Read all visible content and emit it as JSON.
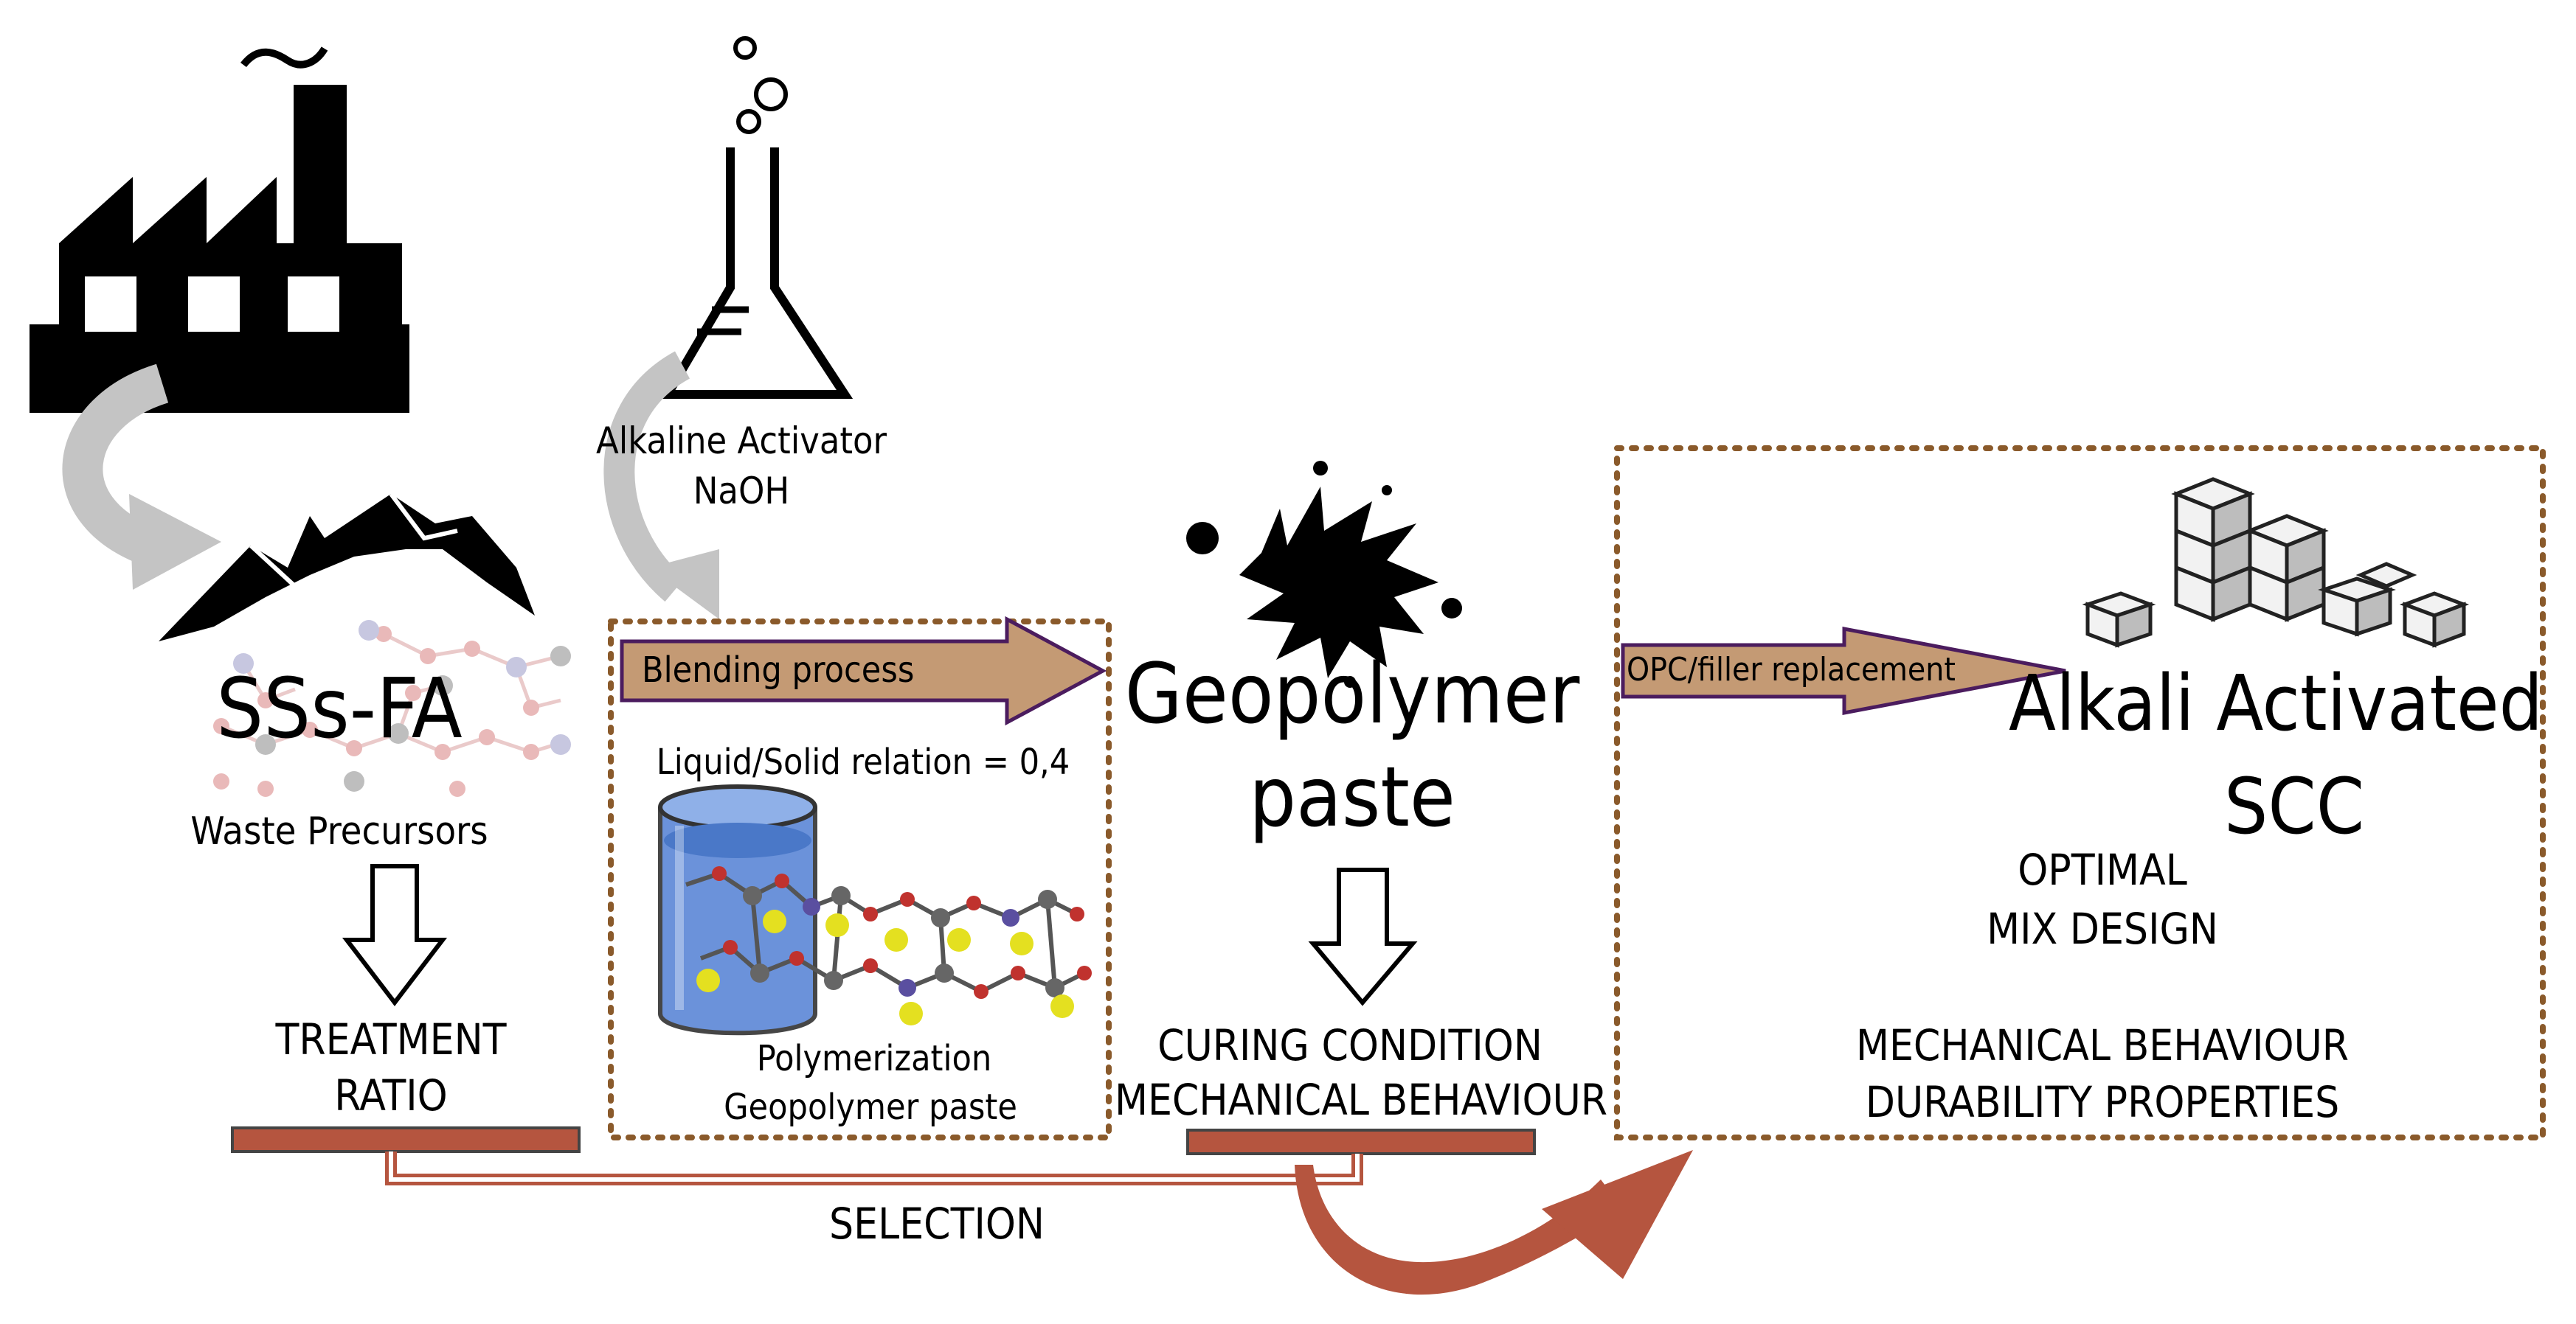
{
  "source": {
    "label_main": "SSs-FA",
    "label_sub": "Waste Precursors",
    "step_line1": "TREATMENT",
    "step_line2": "RATIO"
  },
  "activator": {
    "line1": "Alkaline Activator",
    "line2": "NaOH"
  },
  "blending": {
    "arrow_label": "Blending process",
    "ratio_text": "Liquid/Solid relation = 0,4",
    "caption_line1": "Polymerization",
    "caption_line2": "Geopolymer paste"
  },
  "paste": {
    "title_line1": "Geopolymer",
    "title_line2": "paste",
    "step_line1": "CURING CONDITION",
    "step_line2": "MECHANICAL BEHAVIOUR"
  },
  "final": {
    "arrow_label": "OPC/filler replacement",
    "title_line1": "Alkali Activated",
    "title_line2": "SCC",
    "optimal_line1": "OPTIMAL",
    "optimal_line2": "MIX DESIGN",
    "props_line1": "MECHANICAL BEHAVIOUR",
    "props_line2": "DURABILITY PROPERTIES"
  },
  "selection_label": "SELECTION",
  "colors": {
    "arrow_fill": "#c49a74",
    "arrow_outline": "#4b1c5e",
    "bar_fill": "#b5553f",
    "dotted_border": "#8a5a2b",
    "gray_arrow": "#c4c4c4",
    "water_blue": "#5b87d6"
  },
  "icons": [
    "factory-icon",
    "flask-icon",
    "mountain-icon",
    "molecule-icon",
    "beaker-icon",
    "ink-splash-icon",
    "cubes-icon"
  ]
}
